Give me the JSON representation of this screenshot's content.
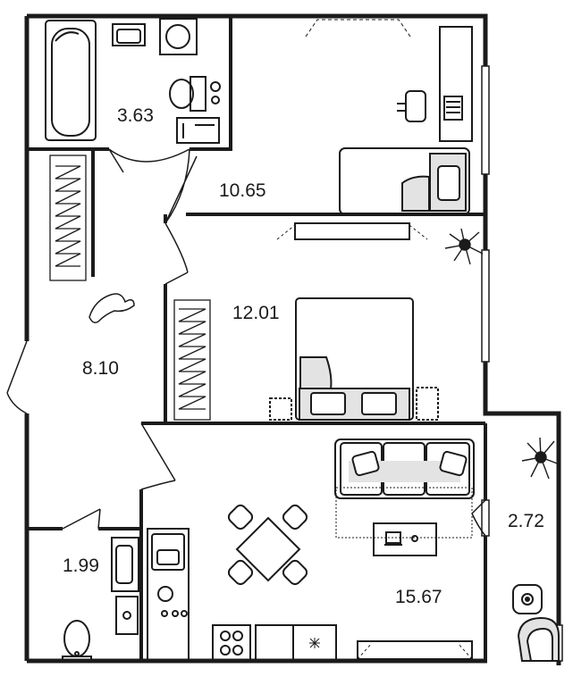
{
  "rooms": [
    {
      "id": "bathroom",
      "area": "3.63"
    },
    {
      "id": "bedroom-1",
      "area": "10.65"
    },
    {
      "id": "bedroom-2",
      "area": "12.01"
    },
    {
      "id": "hallway",
      "area": "8.10"
    },
    {
      "id": "wc",
      "area": "1.99"
    },
    {
      "id": "kitchen-living",
      "area": "15.67"
    },
    {
      "id": "balcony",
      "area": "2.72"
    }
  ],
  "colors": {
    "wall": "#1b1b1b",
    "furniture_fill": "#e3e3e3",
    "background": "#ffffff"
  },
  "icons": [
    "bathtub-icon",
    "sink-icon",
    "washing-machine-icon",
    "toilet-icon",
    "desk-icon",
    "chair-icon",
    "laptop-icon",
    "bed-icon",
    "pillow-icon",
    "plant-icon",
    "cat-icon",
    "wardrobe-icon",
    "sofa-icon",
    "dining-table-icon",
    "stove-icon",
    "kitchen-sink-icon",
    "tv-icon",
    "armchair-icon"
  ]
}
